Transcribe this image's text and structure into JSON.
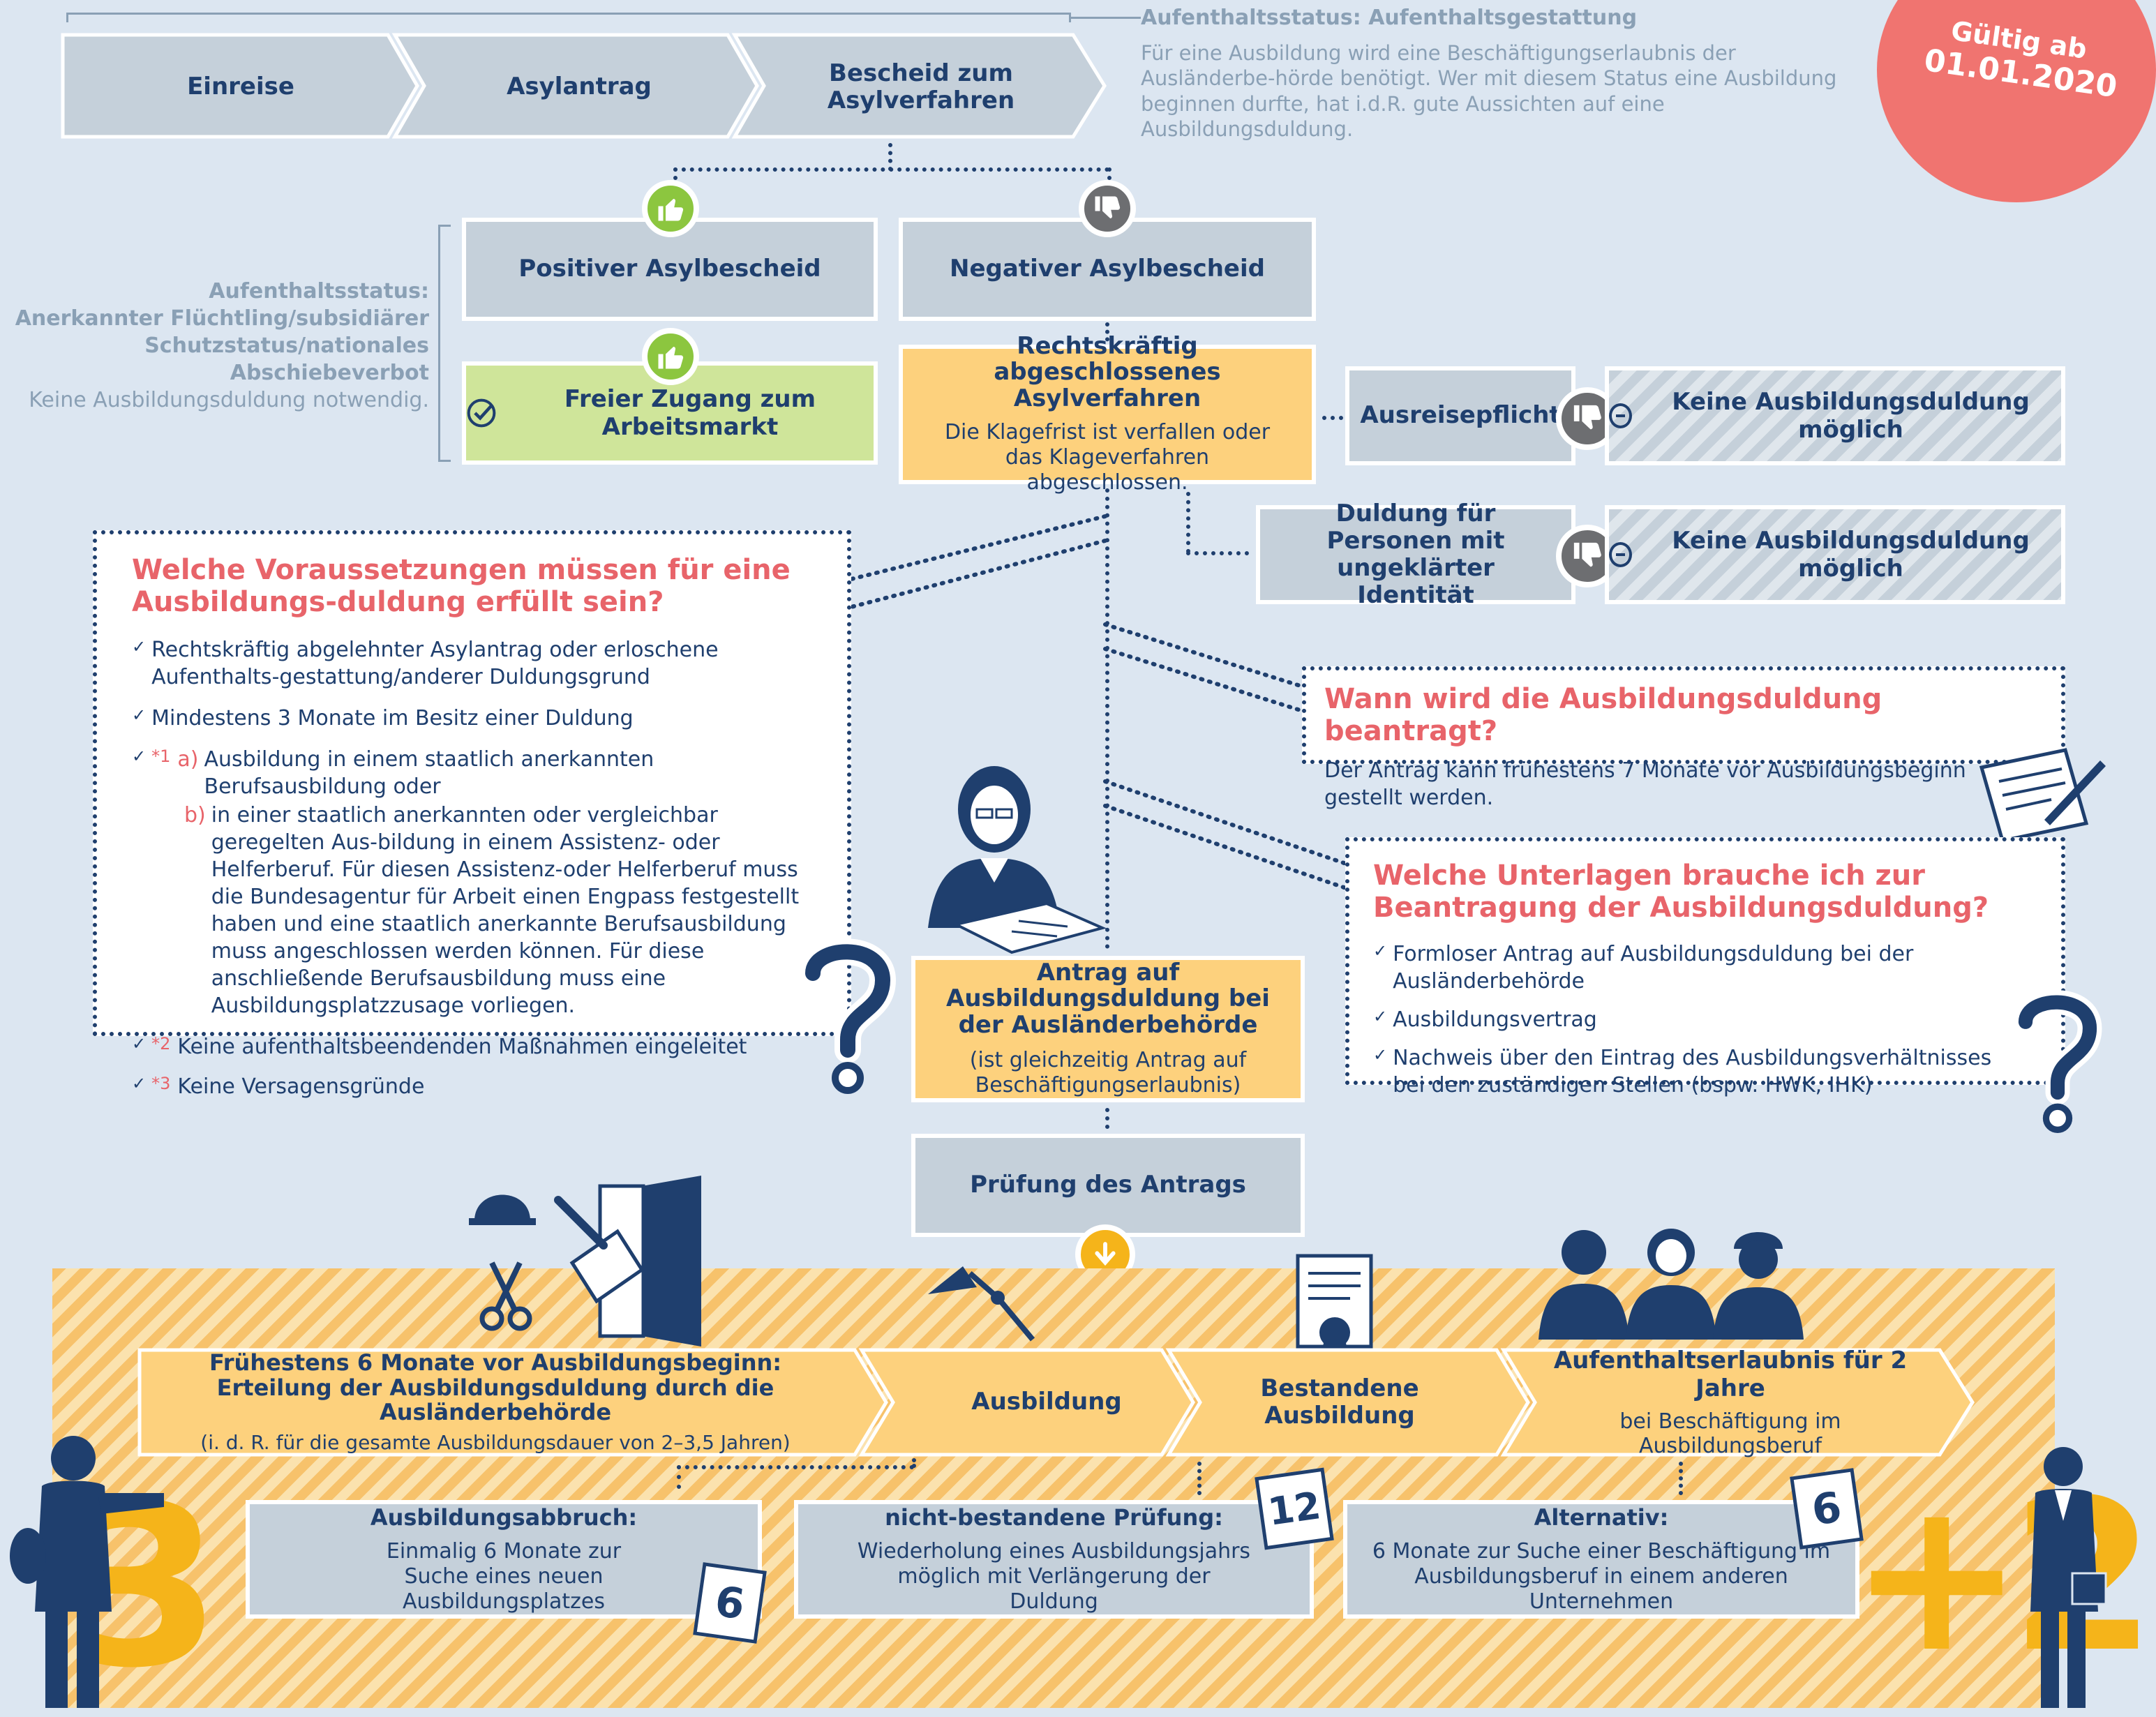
{
  "top_flow": {
    "steps": [
      "Einreise",
      "Asylantrag",
      "Bescheid zum Asylverfahren"
    ],
    "status_title": "Aufenthaltsstatus: Aufenthaltsgestattung",
    "status_text": "Für eine Ausbildung wird eine Beschäftigungserlaubnis der Ausländerbe-hörde benötigt. Wer mit diesem Status eine Ausbildung beginnen durfte, hat i.d.R. gute Aussichten auf eine Ausbildungsduldung."
  },
  "badge": {
    "line1": "Gültig ab",
    "line2": "01.01.2020",
    "color": "#f07470"
  },
  "left_status": {
    "line1": "Aufenthaltsstatus:",
    "line2": "Anerkannter Flüchtling/subsidiärer",
    "line3": "Schutzstatus/nationales Abschiebeverbot",
    "line4": "Keine Ausbildungsduldung notwendig."
  },
  "decision": {
    "positive": "Positiver Asylbescheid",
    "negative": "Negativer Asylbescheid",
    "free_access": "Freier Zugang zum Arbeitsmarkt",
    "final_title": "Rechtskräftig abgeschlossenes Asylverfahren",
    "final_text": "Die Klagefrist ist verfallen oder das Klageverfahren abgeschlossen."
  },
  "side": {
    "ausreise": "Ausreisepflicht",
    "duldung_identity": "Duldung für Personen mit ungeklärter Identität",
    "no_duldung_1": "Keine Ausbildungsduldung möglich",
    "no_duldung_2": "Keine Ausbildungsduldung möglich"
  },
  "req": {
    "title": "Welche Voraussetzungen müssen für eine Ausbildungs-duldung  erfüllt sein?",
    "item1": "Rechtskräftig abgelehnter Asylantrag oder erloschene Aufenthalts-gestattung/anderer Duldungsgrund",
    "item2": "Mindestens 3 Monate im Besitz einer Duldung",
    "star1": "*1",
    "a_label": "a)",
    "a_text": "Ausbildung in einem staatlich anerkannten Berufsausbildung oder",
    "b_label": "b)",
    "b_text": "in einer staatlich anerkannten oder vergleichbar geregelten Aus-bildung in einem Assistenz- oder Helferberuf. Für diesen Assistenz-oder Helferberuf muss  die Bundesagentur für Arbeit einen Engpass festgestellt haben und eine staatlich anerkannte Berufsausbildung muss angeschlossen werden können. Für diese anschließende Berufsausbildung muss eine Ausbildungsplatzzusage vorliegen.",
    "star2": "*2",
    "item4": "Keine aufenthaltsbeendenden Maßnahmen eingeleitet",
    "star3": "*3",
    "item5": "Keine Versagensgründe"
  },
  "when": {
    "title": "Wann wird die Ausbildungsduldung beantragt?",
    "text": "Der Antrag kann frühestens 7 Monate vor Ausbildungsbeginn gestellt werden."
  },
  "docs": {
    "title": "Welche Unterlagen brauche ich zur Beantragung der Ausbildungsduldung?",
    "item1": "Formloser Antrag auf Ausbildungsduldung bei der Ausländerbehörde",
    "item2": "Ausbildungsvertrag",
    "item3": "Nachweis über den Eintrag des Ausbildungsverhältnisses bei den zuständigen Stellen (bspw. HWK, IHK)"
  },
  "antrag": {
    "title": "Antrag auf Ausbildungsduldung bei der Ausländerbehörde",
    "text": "(ist gleichzeitig Antrag auf Beschäftigungserlaubnis)"
  },
  "pruefung": "Prüfung des Antrags",
  "bottom_flow": {
    "step1_title": "Frühestens 6 Monate vor Ausbildungsbeginn: Erteilung der Ausbildungsduldung durch die Ausländerbehörde",
    "step1_sub": "(i. d. R. für die gesamte Ausbildungsdauer von 2–3,5 Jahren)",
    "step2": "Ausbildung",
    "step3": "Bestandene Ausbildung",
    "step4_title": "Aufenthaltserlaubnis für 2 Jahre",
    "step4_sub": "bei Beschäftigung im Ausbildungsberuf"
  },
  "outcomes": {
    "abbruch_title": "Ausbildungsabbruch:",
    "abbruch_text": "Einmalig 6 Monate zur Suche eines neuen Ausbildungsplatzes",
    "nicht_title": "nicht-bestandene Prüfung:",
    "nicht_text": "Wiederholung eines Ausbildungsjahrs möglich mit Verlängerung der Duldung",
    "alt_title": "Alternativ:",
    "alt_text": "6 Monate zur Suche einer Beschäftigung im Ausbildungsberuf in einem anderen Unternehmen"
  },
  "calendars": {
    "c1": "6",
    "c2": "12",
    "c3": "6"
  },
  "big_numbers": {
    "three": "3",
    "plus_two": "+2"
  },
  "colors": {
    "navy": "#1f3f6e",
    "grey": "#c5d0da",
    "yellow": "#fdd17d",
    "green": "#cfe59a",
    "red": "#e8646a",
    "bg": "#dce6f1"
  }
}
